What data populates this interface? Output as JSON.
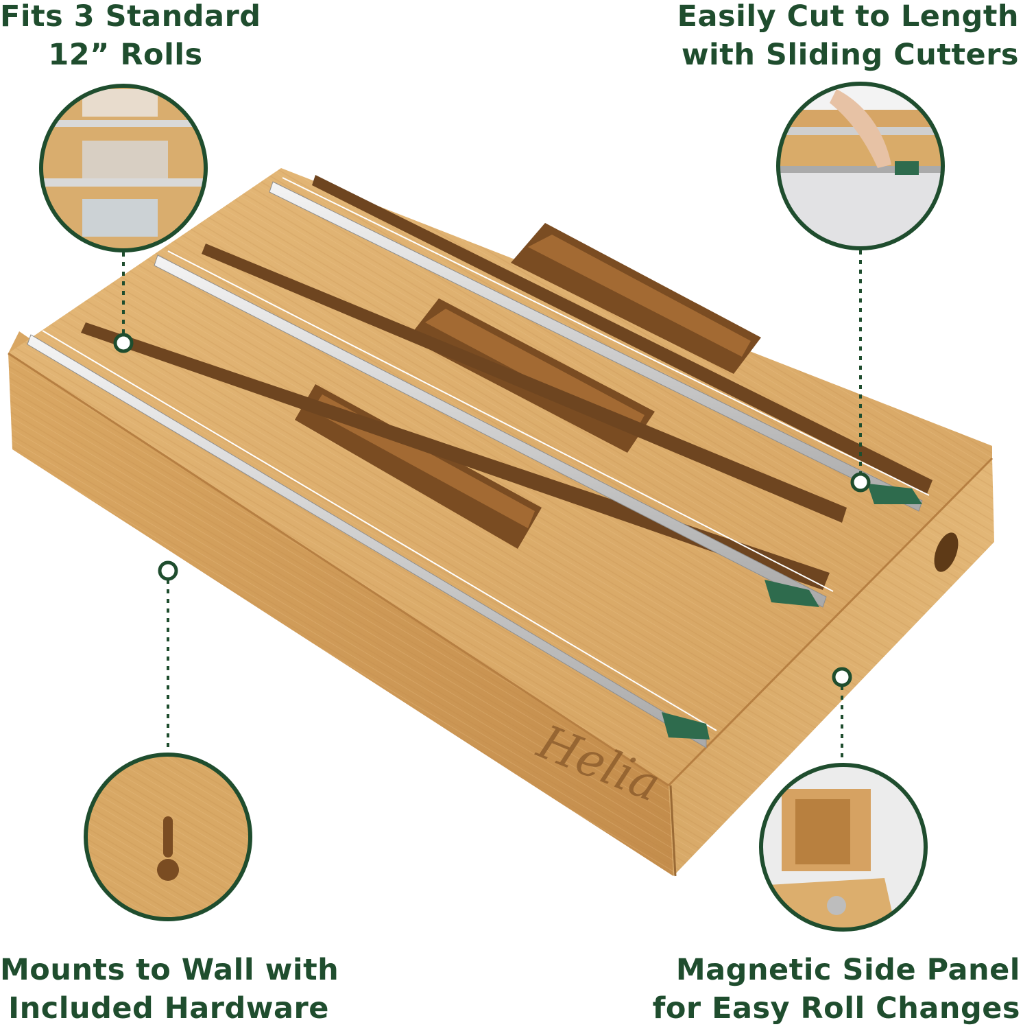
{
  "features": {
    "rolls": {
      "line1": "Fits 3 Standard",
      "line2": "12” Rolls",
      "icon": "rolls-closeup"
    },
    "cutters": {
      "line1": "Easily Cut to Length",
      "line2": "with Sliding Cutters",
      "icon": "cutter-closeup"
    },
    "mount": {
      "line1": "Mounts to Wall with",
      "line2": "Included Hardware",
      "icon": "keyhole-closeup"
    },
    "panel": {
      "line1": "Magnetic Side Panel",
      "line2": "for Easy Roll Changes",
      "icon": "panel-closeup"
    }
  },
  "product": {
    "brand_logo": "Helia"
  },
  "colors": {
    "accent_green": "#1f4d2e",
    "wood_light": "#dcae6d",
    "wood_mid": "#c99350",
    "wood_dark": "#8a5a2b",
    "cutter_green": "#2e6b4d"
  }
}
